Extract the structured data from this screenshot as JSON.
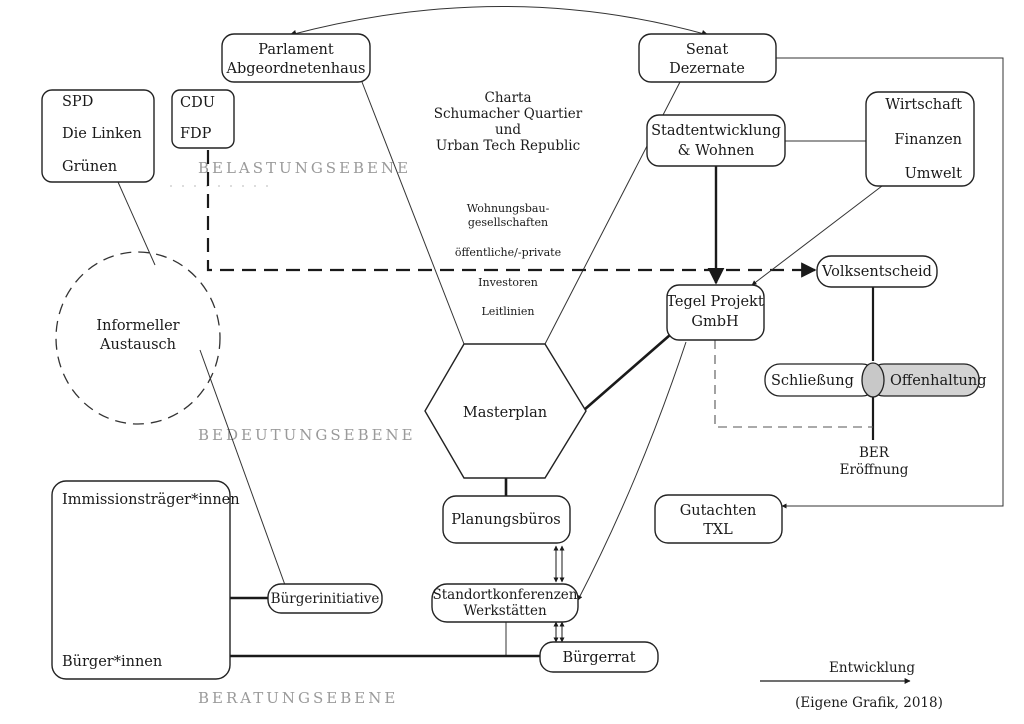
{
  "nodes": {
    "parlament": [
      "Parlament",
      "Abgeordnetenhaus"
    ],
    "senat": [
      "Senat",
      "Dezernate"
    ],
    "spd_group": [
      "SPD",
      "Die Linken",
      "Grünen"
    ],
    "cdu_group": [
      "CDU",
      "FDP"
    ],
    "charta": [
      "Charta",
      "Schumacher Quartier",
      "und",
      "Urban Tech Republic"
    ],
    "charta_items": [
      "Wohnungsbau-",
      "gesellschaften",
      "öffentliche/-private",
      "Investoren",
      "Leitlinien"
    ],
    "stadtentwicklung": [
      "Stadtentwicklung",
      "& Wohnen"
    ],
    "wirtschaft_group": [
      "Wirtschaft",
      "Finanzen",
      "Umwelt"
    ],
    "informeller": [
      "Informeller",
      "Austausch"
    ],
    "volksentscheid": "Volksentscheid",
    "tegel": [
      "Tegel Projekt",
      "GmbH"
    ],
    "schliessung": "Schließung",
    "offenhaltung": "Offenhaltung",
    "masterplan": "Masterplan",
    "ber": [
      "BER",
      "Eröffnung"
    ],
    "buerger_group": [
      "Immissionsträger*innen",
      "Bürger*innen"
    ],
    "planungsbueros": "Planungsbüros",
    "gutachten": [
      "Gutachten",
      "TXL"
    ],
    "buergerinitiative": "Bürgerinitiative",
    "standortkonferenzen": [
      "Standortkonferenzen",
      "Werkstätten"
    ],
    "buergerrat": "Bürgerrat"
  },
  "levels": {
    "belastung": "BELASTUNGSEBENE",
    "bedeutung": "BEDEUTUNGSEBENE",
    "beratung": "BERATUNGSEBENE"
  },
  "legend": {
    "entwicklung": "Entwicklung",
    "source": "(Eigene Grafik, 2018)"
  }
}
